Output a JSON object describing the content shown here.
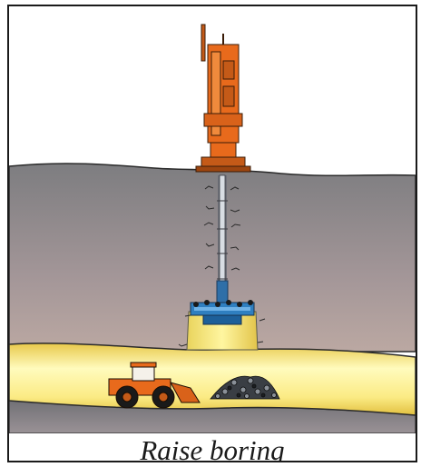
{
  "caption": "Raise boring",
  "illustration": {
    "elements": [
      "raise-boring-rig",
      "drill-string",
      "reamer-head",
      "rock-mass",
      "tunnel",
      "muck-pile",
      "loader"
    ],
    "colors": {
      "rock_top": "#7f7f82",
      "rock_bottom": "#b8a7a3",
      "tunnel_light": "#fffbb8",
      "tunnel_dark": "#e6c53f",
      "rig_orange": "#e86a1c",
      "reamer_blue": "#2f7fc0"
    }
  }
}
